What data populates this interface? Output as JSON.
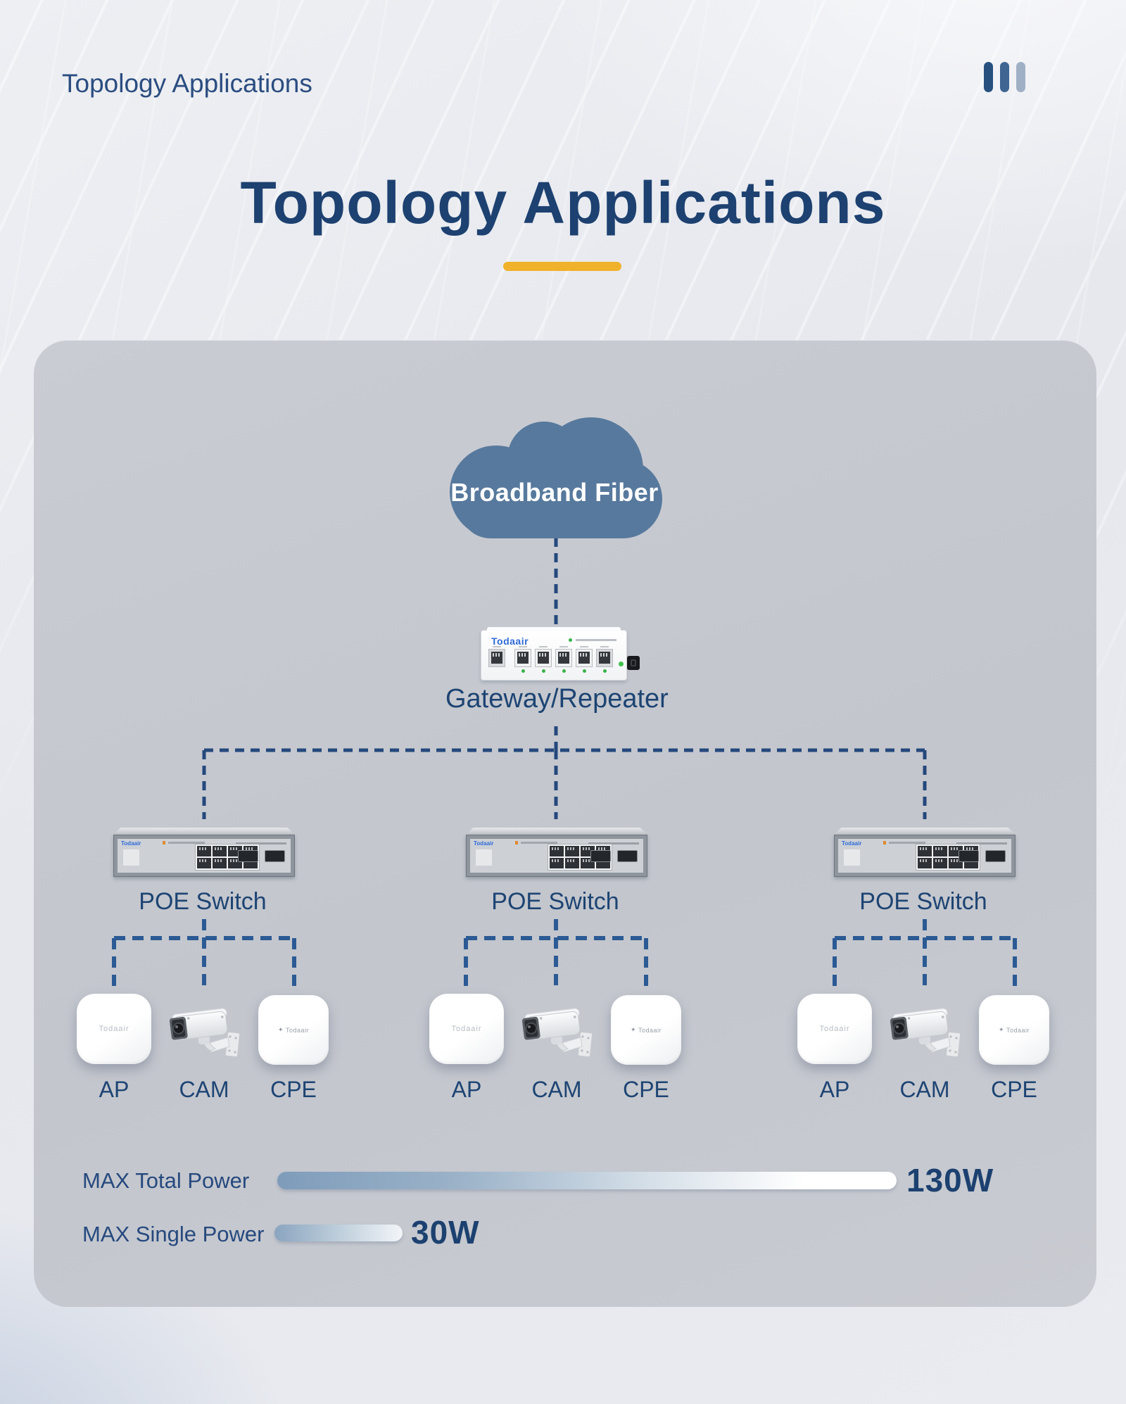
{
  "header": {
    "eyebrow": "Topology Applications"
  },
  "title": "Topology Applications",
  "diagram": {
    "cloud_label": "Broadband Fiber",
    "brand": "Todaair",
    "logo_mark": "✦",
    "gateway_label": "Gateway/Repeater",
    "groups": [
      {
        "switch_label": "POE Switch",
        "devices": [
          "AP",
          "CAM",
          "CPE"
        ]
      },
      {
        "switch_label": "POE Switch",
        "devices": [
          "AP",
          "CAM",
          "CPE"
        ]
      },
      {
        "switch_label": "POE Switch",
        "devices": [
          "AP",
          "CAM",
          "CPE"
        ]
      }
    ]
  },
  "power": {
    "total_label": "MAX Total Power",
    "total_value": "130W",
    "single_label": "MAX Single Power",
    "single_value": "30W"
  },
  "colors": {
    "navy_text": "#1d4473",
    "accent_yellow": "#f0b22a",
    "cloud_blue": "#57799d",
    "dash_main": "#24487c",
    "dash_sub": "#2b5a94",
    "brand_blue": "#2f6bd8",
    "led_green": "#3bb24a",
    "panel_gray": "#c6c9d0"
  }
}
